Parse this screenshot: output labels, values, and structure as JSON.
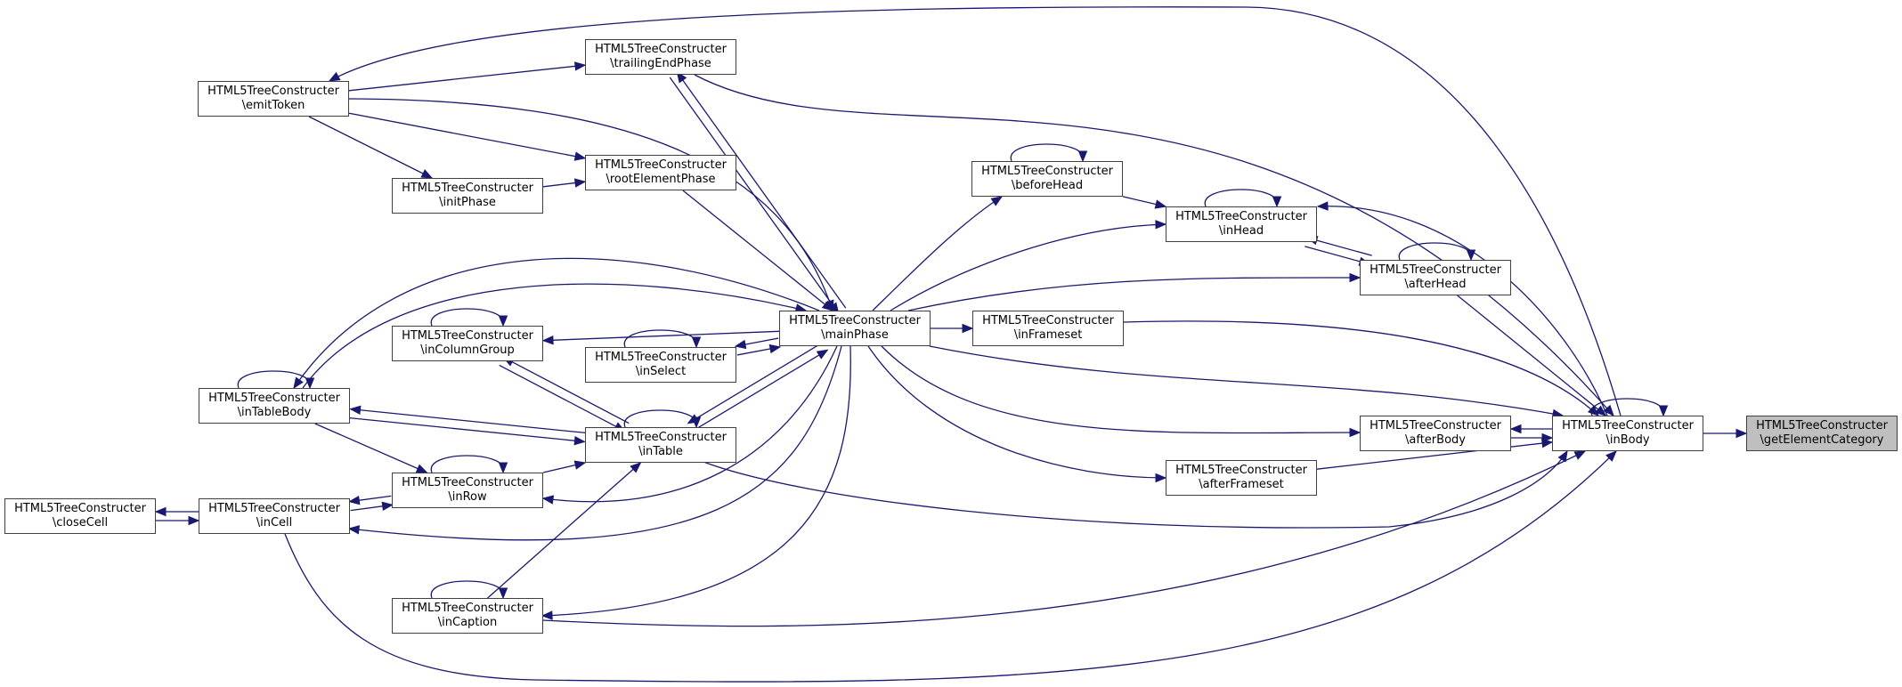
{
  "title": "HTML5TreeConstructer\\getElementCategory caller graph",
  "colors": {
    "edge": "#191970",
    "node_border": "#404040",
    "node_fill": "#ffffff",
    "root_fill": "#bfbfbf"
  },
  "nodes": [
    {
      "id": "emitToken",
      "line1": "HTML5TreeConstructer",
      "line2": "\\emitToken"
    },
    {
      "id": "trailingEndPhase",
      "line1": "HTML5TreeConstructer",
      "line2": "\\trailingEndPhase"
    },
    {
      "id": "rootElementPhase",
      "line1": "HTML5TreeConstructer",
      "line2": "\\rootElementPhase"
    },
    {
      "id": "initPhase",
      "line1": "HTML5TreeConstructer",
      "line2": "\\initPhase"
    },
    {
      "id": "beforeHead",
      "line1": "HTML5TreeConstructer",
      "line2": "\\beforeHead"
    },
    {
      "id": "inHead",
      "line1": "HTML5TreeConstructer",
      "line2": "\\inHead"
    },
    {
      "id": "afterHead",
      "line1": "HTML5TreeConstructer",
      "line2": "\\afterHead"
    },
    {
      "id": "mainPhase",
      "line1": "HTML5TreeConstructer",
      "line2": "\\mainPhase"
    },
    {
      "id": "inFrameset",
      "line1": "HTML5TreeConstructer",
      "line2": "\\inFrameset"
    },
    {
      "id": "inColumnGroup",
      "line1": "HTML5TreeConstructer",
      "line2": "\\inColumnGroup"
    },
    {
      "id": "inSelect",
      "line1": "HTML5TreeConstructer",
      "line2": "\\inSelect"
    },
    {
      "id": "inTableBody",
      "line1": "HTML5TreeConstructer",
      "line2": "\\inTableBody"
    },
    {
      "id": "inTable",
      "line1": "HTML5TreeConstructer",
      "line2": "\\inTable"
    },
    {
      "id": "afterBody",
      "line1": "HTML5TreeConstructer",
      "line2": "\\afterBody"
    },
    {
      "id": "inBody",
      "line1": "HTML5TreeConstructer",
      "line2": "\\inBody"
    },
    {
      "id": "getElementCategory",
      "line1": "HTML5TreeConstructer",
      "line2": "\\getElementCategory",
      "root": true
    },
    {
      "id": "afterFrameset",
      "line1": "HTML5TreeConstructer",
      "line2": "\\afterFrameset"
    },
    {
      "id": "inRow",
      "line1": "HTML5TreeConstructer",
      "line2": "\\inRow"
    },
    {
      "id": "closeCell",
      "line1": "HTML5TreeConstructer",
      "line2": "\\closeCell"
    },
    {
      "id": "inCell",
      "line1": "HTML5TreeConstructer",
      "line2": "\\inCell"
    },
    {
      "id": "inCaption",
      "line1": "HTML5TreeConstructer",
      "line2": "\\inCaption"
    }
  ],
  "edges": [
    {
      "from": "inBody",
      "to": "getElementCategory"
    },
    {
      "from": "inBody",
      "to": "inBody"
    },
    {
      "from": "inBody",
      "to": "afterBody"
    },
    {
      "from": "afterBody",
      "to": "inBody"
    },
    {
      "from": "inBody",
      "to": "inHead"
    },
    {
      "from": "inBody",
      "to": "emitToken"
    },
    {
      "from": "afterHead",
      "to": "inBody"
    },
    {
      "from": "inFrameset",
      "to": "inBody"
    },
    {
      "from": "afterFrameset",
      "to": "inBody"
    },
    {
      "from": "mainPhase",
      "to": "inBody"
    },
    {
      "from": "inTable",
      "to": "inBody"
    },
    {
      "from": "inCaption",
      "to": "inBody"
    },
    {
      "from": "inCell",
      "to": "inBody"
    },
    {
      "from": "trailingEndPhase",
      "to": "inBody"
    },
    {
      "from": "inHead",
      "to": "inHead"
    },
    {
      "from": "beforeHead",
      "to": "beforeHead"
    },
    {
      "from": "beforeHead",
      "to": "inHead"
    },
    {
      "from": "inHead",
      "to": "afterHead"
    },
    {
      "from": "afterHead",
      "to": "inHead"
    },
    {
      "from": "afterHead",
      "to": "afterHead"
    },
    {
      "from": "mainPhase",
      "to": "beforeHead"
    },
    {
      "from": "mainPhase",
      "to": "inHead"
    },
    {
      "from": "mainPhase",
      "to": "afterHead"
    },
    {
      "from": "mainPhase",
      "to": "inFrameset"
    },
    {
      "from": "mainPhase",
      "to": "afterBody"
    },
    {
      "from": "mainPhase",
      "to": "afterFrameset"
    },
    {
      "from": "emitToken",
      "to": "trailingEndPhase"
    },
    {
      "from": "emitToken",
      "to": "rootElementPhase"
    },
    {
      "from": "emitToken",
      "to": "initPhase"
    },
    {
      "from": "emitToken",
      "to": "mainPhase"
    },
    {
      "from": "initPhase",
      "to": "rootElementPhase"
    },
    {
      "from": "rootElementPhase",
      "to": "mainPhase"
    },
    {
      "from": "trailingEndPhase",
      "to": "mainPhase"
    },
    {
      "from": "mainPhase",
      "to": "trailingEndPhase"
    },
    {
      "from": "mainPhase",
      "to": "inColumnGroup"
    },
    {
      "from": "mainPhase",
      "to": "inSelect"
    },
    {
      "from": "inSelect",
      "to": "mainPhase"
    },
    {
      "from": "inSelect",
      "to": "inSelect"
    },
    {
      "from": "inColumnGroup",
      "to": "inColumnGroup"
    },
    {
      "from": "inColumnGroup",
      "to": "inTable"
    },
    {
      "from": "inTable",
      "to": "inColumnGroup"
    },
    {
      "from": "inTable",
      "to": "inTable"
    },
    {
      "from": "inTable",
      "to": "mainPhase"
    },
    {
      "from": "mainPhase",
      "to": "inTable"
    },
    {
      "from": "inTableBody",
      "to": "mainPhase"
    },
    {
      "from": "mainPhase",
      "to": "inTableBody"
    },
    {
      "from": "inTableBody",
      "to": "inTableBody"
    },
    {
      "from": "inTable",
      "to": "inTableBody"
    },
    {
      "from": "inTableBody",
      "to": "inTable"
    },
    {
      "from": "inTableBody",
      "to": "inRow"
    },
    {
      "from": "inRow",
      "to": "inRow"
    },
    {
      "from": "inRow",
      "to": "inTable"
    },
    {
      "from": "mainPhase",
      "to": "inRow"
    },
    {
      "from": "inRow",
      "to": "inCell"
    },
    {
      "from": "inCell",
      "to": "inRow"
    },
    {
      "from": "inCell",
      "to": "closeCell"
    },
    {
      "from": "closeCell",
      "to": "inCell"
    },
    {
      "from": "mainPhase",
      "to": "inCell"
    },
    {
      "from": "inCaption",
      "to": "inCaption"
    },
    {
      "from": "inCaption",
      "to": "inTable"
    },
    {
      "from": "mainPhase",
      "to": "inCaption"
    }
  ]
}
